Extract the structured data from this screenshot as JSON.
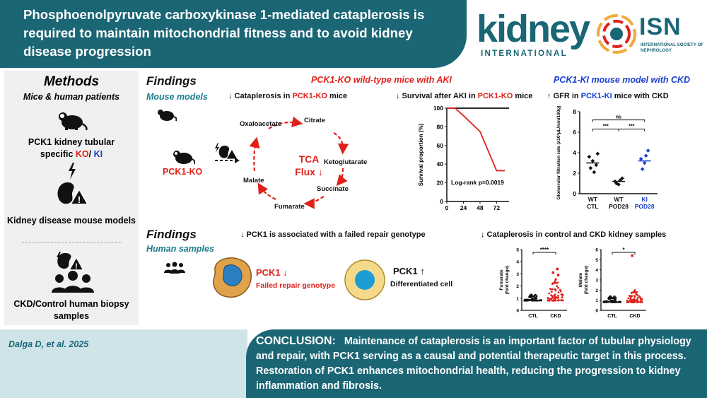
{
  "header": {
    "title": "Phosphoenolpyruvate carboxykinase 1-mediated cataplerosis is required to maintain mitochondrial fitness and to avoid kidney disease progression",
    "journal_logo": "kidney",
    "journal_sub": "INTERNATIONAL",
    "society_logo": "ISN",
    "society_sub": "INTERNATIONAL SOCIETY OF NEPHROLOGY"
  },
  "methods": {
    "title": "Methods",
    "subtitle": "Mice & human patients",
    "item1_a": "PCK1 kidney tubular",
    "item1_b": "specific ",
    "item1_ko": "KO",
    "item1_sep": "/ ",
    "item1_ki": "KI",
    "item2": "Kidney disease mouse models",
    "item3": "CKD/Control human biopsy samples"
  },
  "findings_mouse": {
    "title": "Findings",
    "subtitle": "Mouse models",
    "wt_header": "PCK1-KO wild-type mice with AKI",
    "ki_header": "PCK1-KI mouse model with CKD",
    "cat_label_pre": "↓ Cataplerosis in ",
    "cat_label_ko": "PCK1-KO",
    "cat_label_post": " mice",
    "surv_label_pre": "↓ Survival after AKI in ",
    "surv_label_ko": "PCK1-KO",
    "surv_label_post": " mice",
    "gfr_label_pre": "↑ GFR in ",
    "gfr_label_ki": "PCK1-KI",
    "gfr_label_post": " mice  with CKD",
    "pck1_ko": "PCK1-KO",
    "tca": {
      "center_a": "TCA",
      "center_b": "Flux ↓",
      "citrate": "Citrate",
      "ketoglutarate": "Ketoglutarate",
      "succinate": "Succinate",
      "fumarate": "Fumarate",
      "malate": "Malate",
      "oxaloacetate": "Oxaloacetate"
    }
  },
  "findings_human": {
    "title": "Findings",
    "subtitle": "Human samples",
    "repair_label": "↓ PCK1 is associated with a failed repair genotype",
    "cat_label": "↓ Cataplerosis  in control and CKD kidney samples",
    "cell1_a": "PCK1 ↓",
    "cell1_b": "Failed repair genotype",
    "cell2_a": "PCK1 ↑",
    "cell2_b": "Differentiated cell"
  },
  "chart_data": [
    {
      "type": "line",
      "title": "",
      "xlabel": "",
      "ylabel": "Survival proportion (%)",
      "x_ticks": [
        0,
        24,
        48,
        72
      ],
      "y_ticks": [
        0,
        20,
        40,
        60,
        80,
        100
      ],
      "xlim": [
        0,
        90
      ],
      "ylim": [
        0,
        100
      ],
      "annotation": "Log-rank p=0.0019",
      "series": [
        {
          "color": "#111111",
          "x": [
            0,
            90
          ],
          "y": [
            100,
            100
          ]
        },
        {
          "color": "#e0211b",
          "x": [
            0,
            12,
            24,
            24,
            48,
            48,
            72,
            72,
            84
          ],
          "y": [
            100,
            100,
            92,
            92,
            75,
            75,
            33,
            33,
            33
          ]
        }
      ]
    },
    {
      "type": "scatter",
      "title": "",
      "ylabel": "Glomerular filtration rate (x10³µL/min/100g)",
      "y_ticks": [
        0,
        2,
        4,
        6,
        8
      ],
      "ylim": [
        0,
        8
      ],
      "categories": [
        "WT CTL",
        "WT POD28",
        "KI POD28"
      ],
      "category_lines": [
        [
          "WT",
          "CTL"
        ],
        [
          "WT",
          "POD28"
        ],
        [
          "KI",
          "POD28"
        ]
      ],
      "colors": [
        "#111111",
        "#111111",
        "#1a3fd1"
      ],
      "means": [
        3.0,
        1.2,
        3.2
      ],
      "points": [
        [
          3.6,
          3.2,
          2.8,
          2.5,
          2.1,
          3.9
        ],
        [
          1.2,
          0.9,
          1.5,
          1.0,
          1.3
        ],
        [
          3.4,
          3.0,
          4.2,
          2.4,
          3.7
        ]
      ],
      "brackets": [
        {
          "from": 0,
          "to": 1,
          "label": "***"
        },
        {
          "from": 1,
          "to": 2,
          "label": "***"
        },
        {
          "from": 0,
          "to": 2,
          "label": "ns"
        }
      ]
    },
    {
      "type": "scatter",
      "title": "",
      "ylabel": "Fumarate (fold change)",
      "y_ticks": [
        0,
        1,
        2,
        3,
        4,
        5
      ],
      "ylim": [
        0,
        5
      ],
      "categories": [
        "CTL",
        "CKD"
      ],
      "colors": [
        "#111111",
        "#e0211b"
      ],
      "significance": "****",
      "spread": [
        [
          0.8,
          1.3
        ],
        [
          0.8,
          2.6
        ]
      ],
      "outliers": [
        [],
        [
          3.1,
          3.4,
          2.9
        ]
      ]
    },
    {
      "type": "scatter",
      "title": "",
      "ylabel": "Malate (fold change)",
      "y_ticks": [
        0,
        1,
        2,
        3,
        4,
        5,
        6
      ],
      "ylim": [
        0,
        6
      ],
      "categories": [
        "CTL",
        "CKD"
      ],
      "colors": [
        "#111111",
        "#e0211b"
      ],
      "significance": "*",
      "spread": [
        [
          0.8,
          1.4
        ],
        [
          0.8,
          2.0
        ]
      ],
      "outliers": [
        [],
        [
          5.4
        ]
      ]
    }
  ],
  "footer": {
    "citation": "Dalga D, et al. 2025",
    "conclusion_head": "CONCLUSION:",
    "conclusion_body": "Maintenance of cataplerosis is an important factor of tubular physiology and repair, with PCK1 serving as a causal and potential therapeutic target in this process. Restoration of PCK1 enhances mitochondrial health, reducing the progression to kidney inflammation and fibrosis."
  },
  "colors": {
    "teal": "#1b6675",
    "red": "#e0211b",
    "blue": "#1a3fd1"
  }
}
